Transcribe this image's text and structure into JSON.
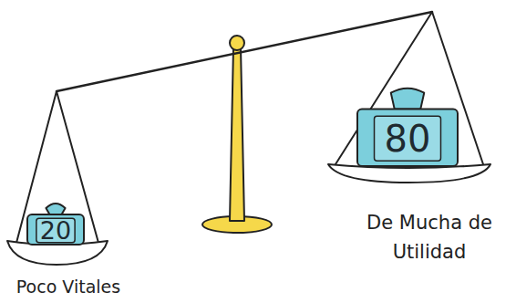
{
  "diagram": {
    "nodes": [
      {
        "text": [
          "20"
        ]
      },
      {
        "text": [
          "80"
        ]
      }
    ],
    "labels": [
      "Poco Vitales",
      "De Mucha de Utilidad"
    ]
  }
}
